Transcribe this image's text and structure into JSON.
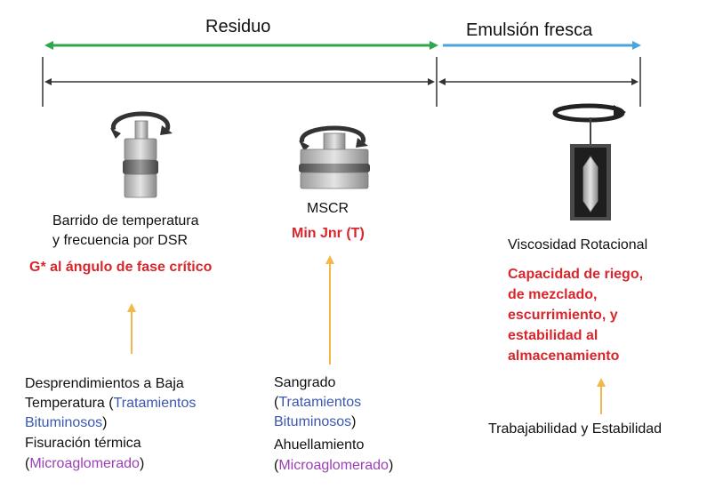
{
  "header": {
    "residue_label": "Residuo",
    "fresh_label": "Emulsión fresca",
    "residue_arrow_color": "#2ea84a",
    "fresh_arrow_color": "#4aa6d8"
  },
  "tests": {
    "dsr": {
      "label_line1": "Barrido de temperatura",
      "label_line2": "y frecuencia por DSR",
      "parameter": "G* al ángulo de fase crítico",
      "icon": "dsr-rheometer-icon"
    },
    "mscr": {
      "label": "MSCR",
      "parameter": "Min Jnr (T)",
      "icon": "mscr-specimen-icon"
    },
    "viscosity": {
      "label": "Viscosidad Rotacional",
      "parameter_lines": [
        "Capacidad de riego,",
        "de mezclado,",
        "escurrimiento, y",
        "estabilidad al",
        "almacenamiento"
      ],
      "icon": "rotational-viscometer-icon"
    }
  },
  "distresses": {
    "col1": {
      "line1": "Desprendimientos a Baja",
      "line2_prefix": "Temperatura (",
      "line2_highlight": "Tratamientos",
      "line3_highlight": "Bituminosos",
      "line3_suffix": ")",
      "line4": "Fisuración térmica",
      "line5_prefix": "(",
      "line5_highlight": "Microaglomerado",
      "line5_suffix": ")"
    },
    "col2": {
      "line1": "Sangrado",
      "line2_prefix": "(",
      "line2_highlight": "Tratamientos",
      "line3_highlight": "Bituminosos",
      "line3_suffix": ")",
      "line4": "Ahuellamiento",
      "line5_prefix": "(",
      "line5_highlight": "Microaglomerado",
      "line5_suffix": ")"
    },
    "col3": {
      "line1": "Trabajabilidad y Estabilidad"
    }
  },
  "colors": {
    "parameter_text": "#d9262c",
    "treatment_text": "#3b57b0",
    "microagglomerate_text": "#9a3fb6",
    "up_arrow": "#f2b84a"
  }
}
